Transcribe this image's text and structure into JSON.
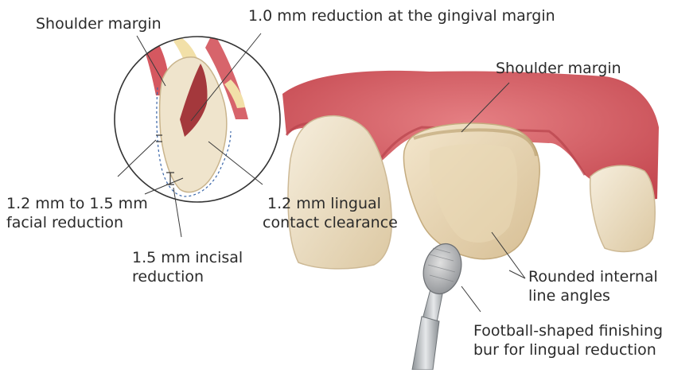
{
  "labels": {
    "shoulder_margin_left": "Shoulder margin",
    "gingival_reduction": "1.0 mm reduction at the gingival margin",
    "shoulder_margin_right": "Shoulder margin",
    "facial_reduction": [
      "1.2 mm to 1.5 mm",
      "facial reduction"
    ],
    "lingual_clearance": [
      "1.2 mm lingual",
      "contact clearance"
    ],
    "incisal_reduction": [
      "1.5 mm incisal",
      "reduction"
    ],
    "internal_angles": [
      "Rounded internal",
      "line angles"
    ],
    "finishing_bur": [
      "Football-shaped finishing",
      "bur for lingual reduction"
    ]
  },
  "colors": {
    "gingiva": "#d9656b",
    "gingiva_dark": "#c2474f",
    "tooth": "#efe4cc",
    "tooth_shadow": "#d8c6a2",
    "pulp": "#a4383c",
    "bur_metal": "#b9bdc1",
    "leader": "#3a3a3a",
    "text": "#2b2b2b"
  }
}
